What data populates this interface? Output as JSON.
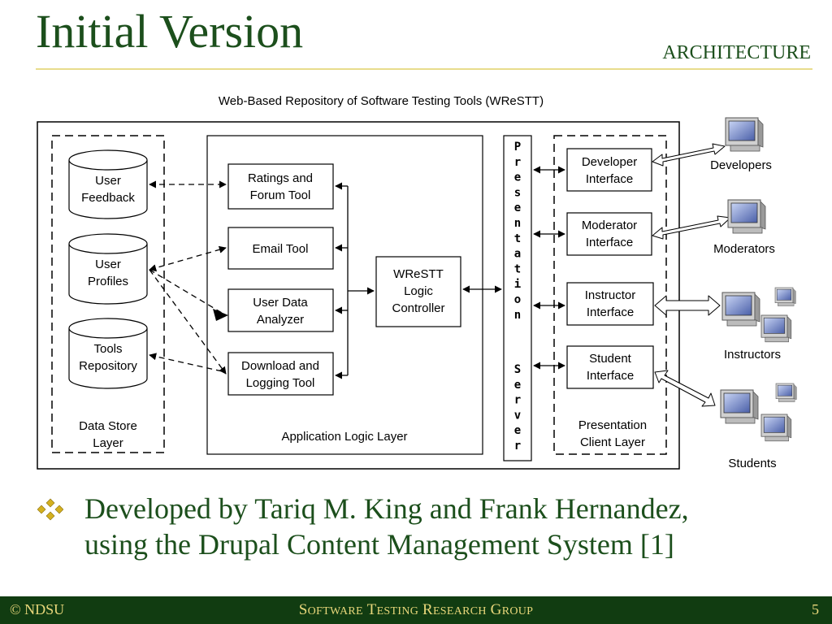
{
  "slide": {
    "title": "Initial Version",
    "section": "ARCHITECTURE"
  },
  "diagram": {
    "caption": "Web-Based Repository of Software Testing Tools (WReSTT)",
    "data_store": {
      "layer_label_1": "Data Store",
      "layer_label_2": "Layer",
      "items": [
        {
          "line1": "User",
          "line2": "Feedback"
        },
        {
          "line1": "User",
          "line2": "Profiles"
        },
        {
          "line1": "Tools",
          "line2": "Repository"
        }
      ]
    },
    "app_logic": {
      "layer_label": "Application Logic Layer",
      "tools": [
        {
          "line1": "Ratings and",
          "line2": "Forum Tool"
        },
        {
          "line1": "Email Tool",
          "line2": ""
        },
        {
          "line1": "User Data",
          "line2": "Analyzer"
        },
        {
          "line1": "Download and",
          "line2": "Logging Tool"
        }
      ],
      "controller": {
        "line1": "WReSTT",
        "line2": "Logic",
        "line3": "Controller"
      }
    },
    "presentation_server": {
      "letters1": [
        "P",
        "r",
        "e",
        "s",
        "e",
        "n",
        "t",
        "a",
        "t",
        "i",
        "o",
        "n"
      ],
      "letters2": [
        "S",
        "e",
        "r",
        "v",
        "e",
        "r"
      ]
    },
    "client_layer": {
      "layer_label_1": "Presentation",
      "layer_label_2": "Client Layer",
      "interfaces": [
        {
          "line1": "Developer",
          "line2": "Interface"
        },
        {
          "line1": "Moderator",
          "line2": "Interface"
        },
        {
          "line1": "Instructor",
          "line2": "Interface"
        },
        {
          "line1": "Student",
          "line2": "Interface"
        }
      ]
    },
    "users": {
      "developers": "Developers",
      "moderators": "Moderators",
      "instructors": "Instructors",
      "students": "Students"
    }
  },
  "bullet": {
    "line1": "Developed by Tariq M. King and Frank Hernandez,",
    "line2": "using the Drupal Content Management System [1]"
  },
  "footer": {
    "left": "© NDSU",
    "center": {
      "w1_big": "S",
      "w1_rest": "OFTWARE",
      "w2_big": "T",
      "w2_rest": "ESTING",
      "w3_big": "R",
      "w3_rest": "ESEARCH",
      "w4_big": "G",
      "w4_rest": "ROUP"
    },
    "page": "5"
  },
  "colors": {
    "title_green": "#1c4f1c",
    "rule_gold": "#e8dc8c",
    "footer_bg": "#113c11",
    "footer_text": "#e8d77a",
    "bullet_gold": "#d4b020"
  }
}
